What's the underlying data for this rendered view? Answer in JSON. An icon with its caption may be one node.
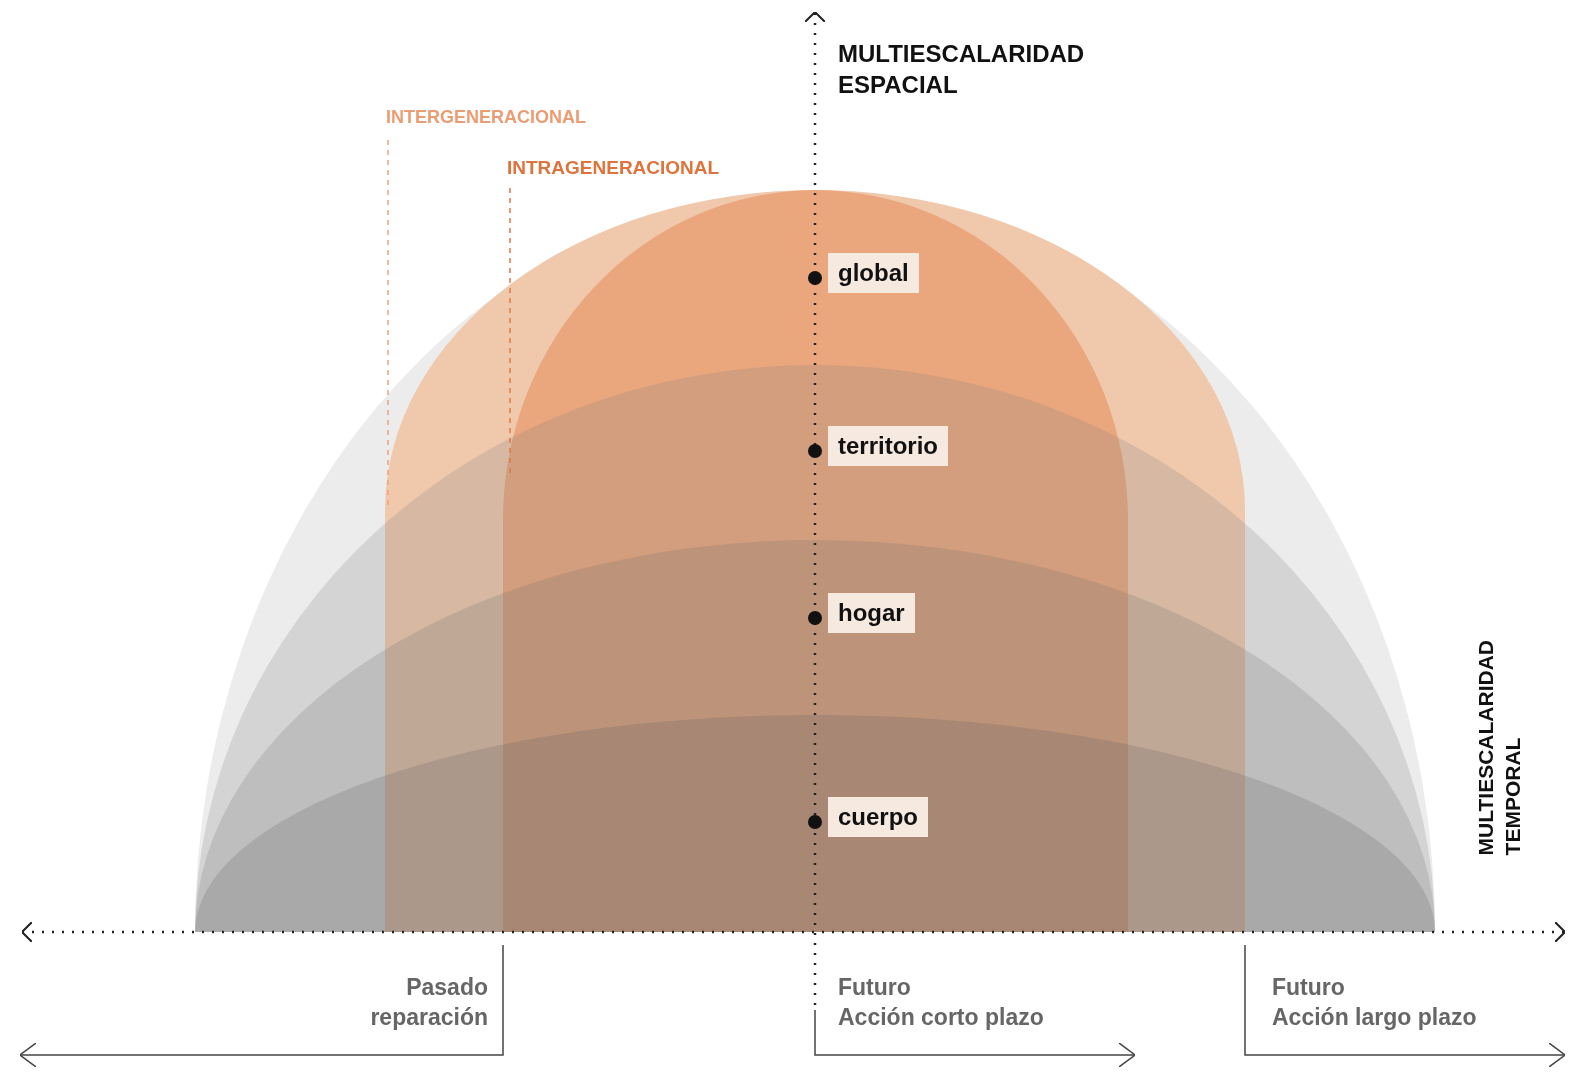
{
  "diagram": {
    "nodes": [
      {
        "text": [
          "global"
        ]
      },
      {
        "text": [
          "territorio"
        ]
      },
      {
        "text": [
          "hogar"
        ]
      },
      {
        "text": [
          "cuerpo"
        ]
      }
    ],
    "labels": [
      "MULTIESCALARIDAD ESPACIAL",
      "INTERGENERACIONAL",
      "INTRAGENERACIONAL",
      "MULTIESCALARIDAD TEMPORAL",
      "Pasado reparación",
      "Futuro Acción corto plazo",
      "Futuro Acción largo plazo"
    ]
  }
}
